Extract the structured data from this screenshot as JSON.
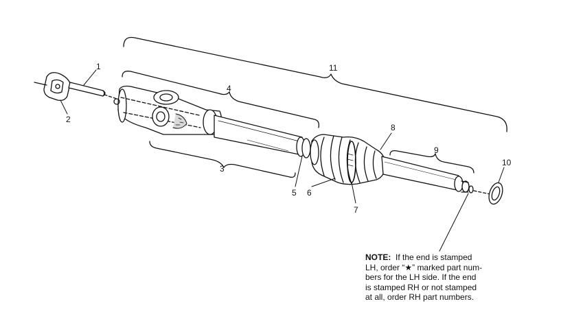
{
  "callouts": {
    "c1": "1",
    "c2": "2",
    "c3": "3",
    "c4": "4",
    "c5": "5",
    "c6": "6",
    "c7": "7",
    "c8": "8",
    "c9": "9",
    "c10": "10",
    "c11": "11"
  },
  "note": {
    "label": "NOTE:",
    "lines": [
      "If the end is stamped",
      "LH, order “★” marked part num-",
      "bers for the LH side.  If the end",
      "is stamped RH or not stamped",
      "at all, order RH part numbers."
    ]
  },
  "colors": {
    "ink": "#111111",
    "paper": "#ffffff",
    "shade": "#d9d9d9"
  }
}
